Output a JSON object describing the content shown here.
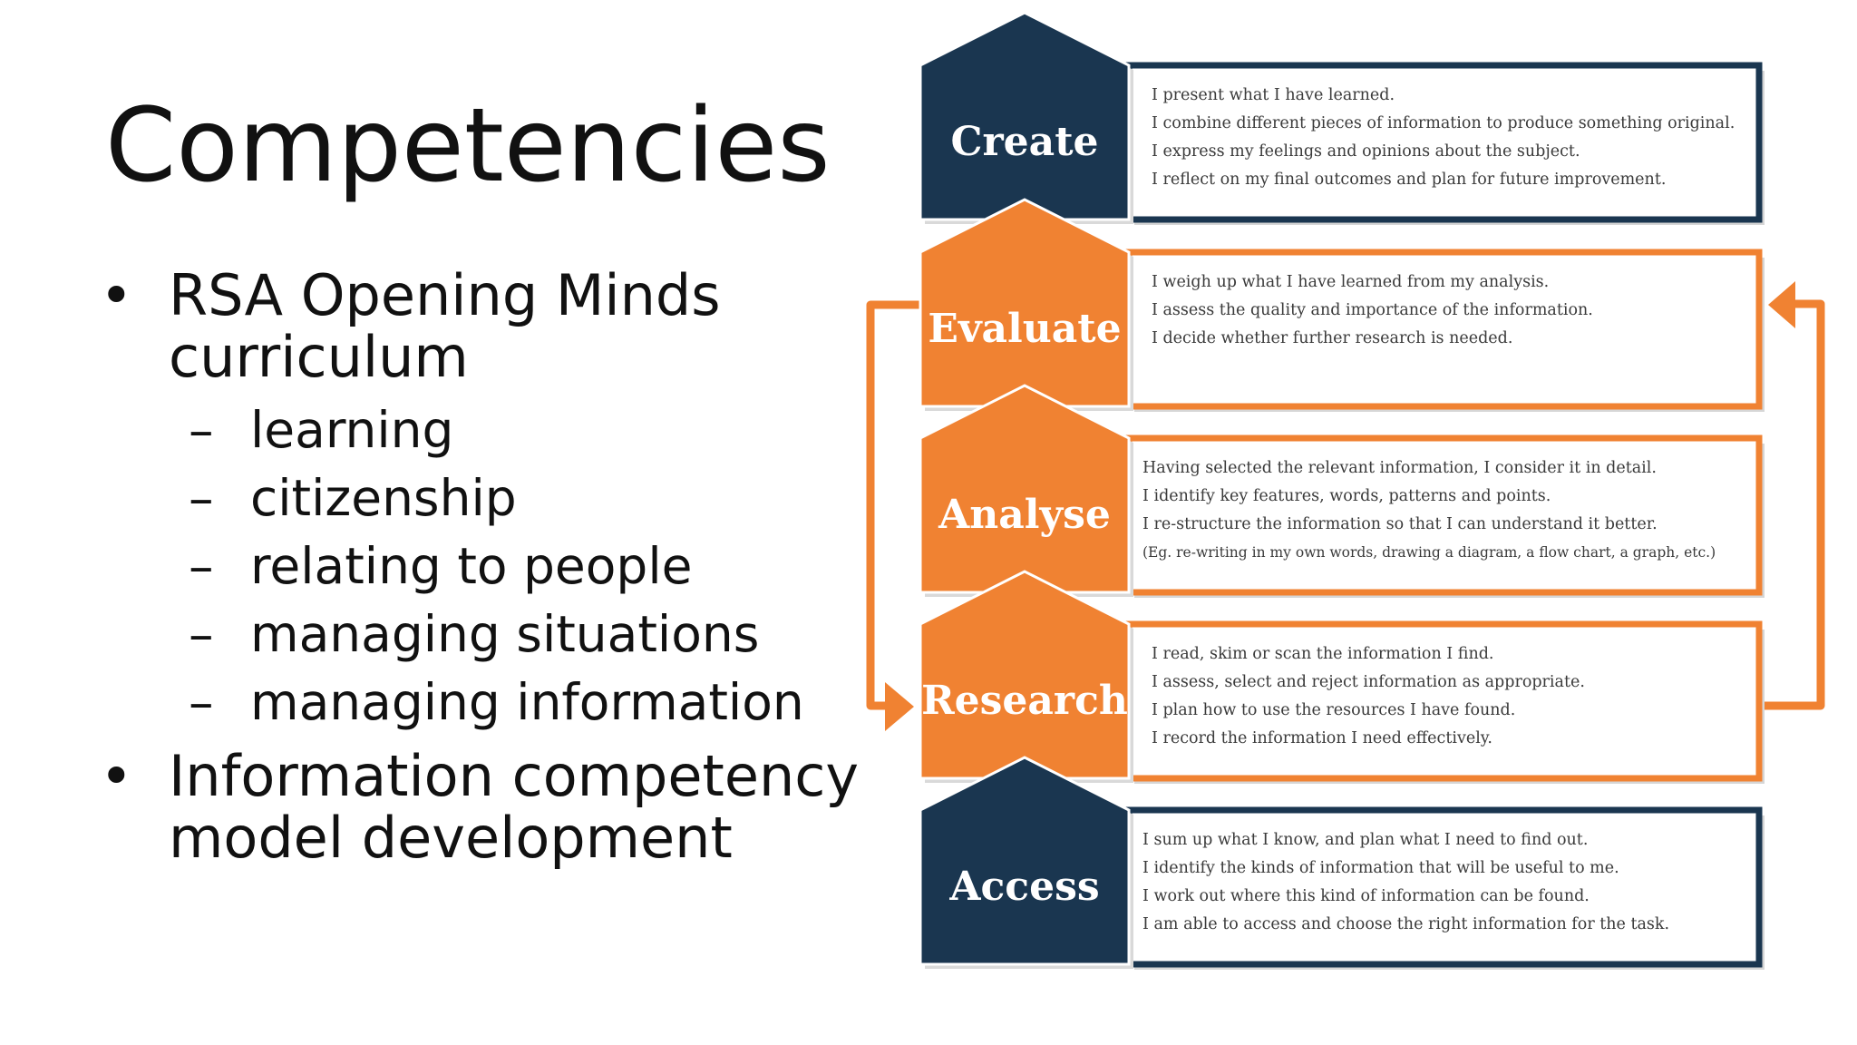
{
  "title": "Competencies",
  "bullets": [
    {
      "text_lines": [
        "RSA Opening Minds",
        "curriculum"
      ],
      "sub": [
        "learning",
        "citizenship",
        "relating to people",
        "managing situations",
        "managing information"
      ]
    },
    {
      "text_lines": [
        "Information competency",
        "model development"
      ],
      "sub": []
    }
  ],
  "bullet_glyph": "•",
  "sub_glyph": "–",
  "colors": {
    "navy": "#1a3650",
    "orange": "#f08232"
  },
  "diagram": {
    "levels": [
      {
        "label": "Create",
        "color": "navy",
        "lines": [
          "I present what I have learned.",
          "I combine different pieces of information to produce something original.",
          "I express my feelings and opinions about the subject.",
          "I reflect on my final outcomes and plan for future improvement."
        ]
      },
      {
        "label": "Evaluate",
        "color": "orange",
        "lines": [
          "I weigh up what I have learned from my analysis.",
          "I assess the quality and importance of the information.",
          "I decide whether further research is needed."
        ]
      },
      {
        "label": "Analyse",
        "color": "orange",
        "lines": [
          "Having selected the relevant information, I consider it in detail.",
          "I identify key features, words, patterns and points.",
          "I re-structure the information so that I can understand it better.",
          "(Eg. re-writing in my own words, drawing a diagram, a flow chart,  a graph, etc.)"
        ]
      },
      {
        "label": "Research",
        "color": "orange",
        "lines": [
          "I read, skim or scan the information I find.",
          "I assess, select and reject information as appropriate.",
          "I plan how to use the resources I have found.",
          "I record the information I need effectively."
        ]
      },
      {
        "label": "Access",
        "color": "navy",
        "lines": [
          "I sum up what I know, and plan what I need to find out.",
          "I identify the kinds of information that will be useful to me.",
          "I work out where this kind of information can be found.",
          "I am able to access and choose the right information for the task."
        ]
      }
    ]
  }
}
